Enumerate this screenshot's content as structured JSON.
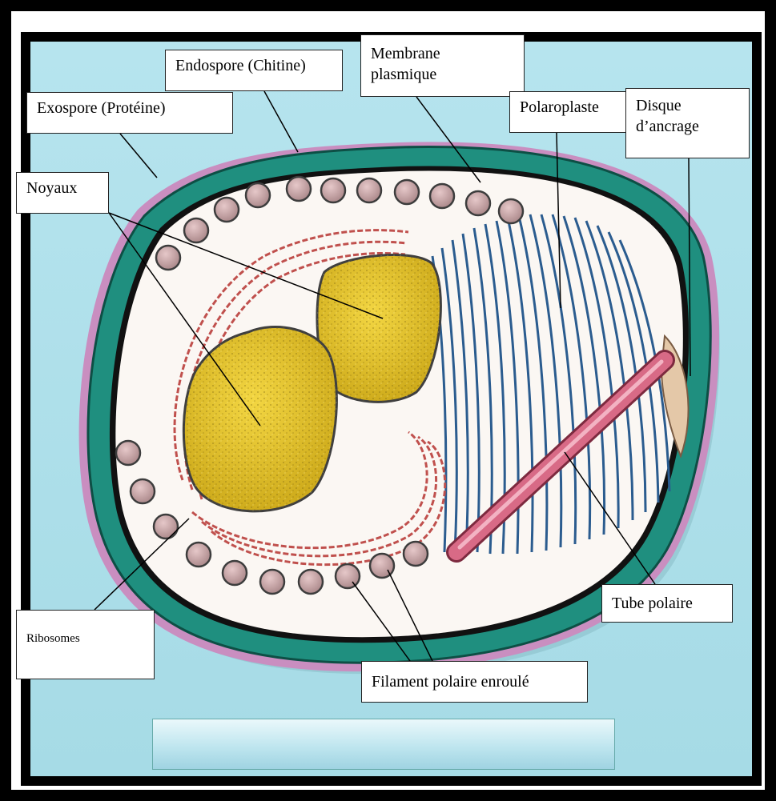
{
  "labels": {
    "endospore": "Endospore  (Chitine)",
    "exospore": "Exospore (Protéine)",
    "membrane_line1": "Membrane",
    "membrane_line2": "plasmique",
    "polaroplaste": "Polaroplaste",
    "disque_line1": "Disque",
    "disque_line2": "d’ancrage",
    "noyaux": "Noyaux",
    "ribosomes": "Ribosomes",
    "filament": "Filament polaire enroulé",
    "tube": "Tube polaire"
  },
  "caption": "",
  "colors": {
    "background": "#aee0ea",
    "frame": "#000000",
    "exospore": "#c98ec0",
    "endospore": "#1f8f7f",
    "cytoplasm": "#fbf7f3",
    "ribosome": "#c7a1a3",
    "nucleus": "#e6c31f",
    "polaroplaste": "#2b5c8f",
    "tube": "#d86a86",
    "er": "#c0504d"
  }
}
